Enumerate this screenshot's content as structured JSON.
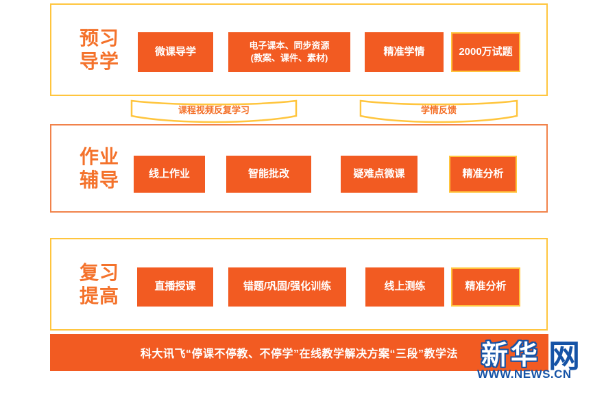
{
  "colors": {
    "node_fill": "#F25B22",
    "node_text": "#FFFFFF",
    "section_border_yellow": "#FFC53D",
    "section_border_orange": "#F1824A",
    "section_label_text": "#F4722B",
    "banner_bg": "#F25B22",
    "logo_blue": "#1553A6"
  },
  "sections": [
    {
      "label_line1": "预习",
      "label_line2": "导学",
      "buttons": [
        {
          "label": "微课导学"
        },
        {
          "line1": "电子课本、同步资源",
          "line2": "(教案、课件、素材)"
        },
        {
          "label": "精准学情"
        },
        {
          "label": "2000万试题"
        }
      ]
    },
    {
      "label_line1": "作业",
      "label_line2": "辅导",
      "buttons": [
        {
          "label": "线上作业"
        },
        {
          "label": "智能批改"
        },
        {
          "label": "疑难点微课"
        },
        {
          "label": "精准分析"
        }
      ]
    },
    {
      "label_line1": "复习",
      "label_line2": "提高",
      "buttons": [
        {
          "label": "直播授课"
        },
        {
          "label": "错题/巩固/强化训练"
        },
        {
          "label": "线上测练"
        },
        {
          "label": "精准分析"
        }
      ]
    }
  ],
  "connectors": [
    {
      "label": "课程视频反复学习"
    },
    {
      "label": "学情反馈"
    }
  ],
  "banner": {
    "text": "科大讯飞“停课不停教、不停学”在线教学解决方案“三段”教学法"
  },
  "logo": {
    "name_on_orange": "新华",
    "name_on_white": "网",
    "url": "WWW.NEWS.CN"
  }
}
